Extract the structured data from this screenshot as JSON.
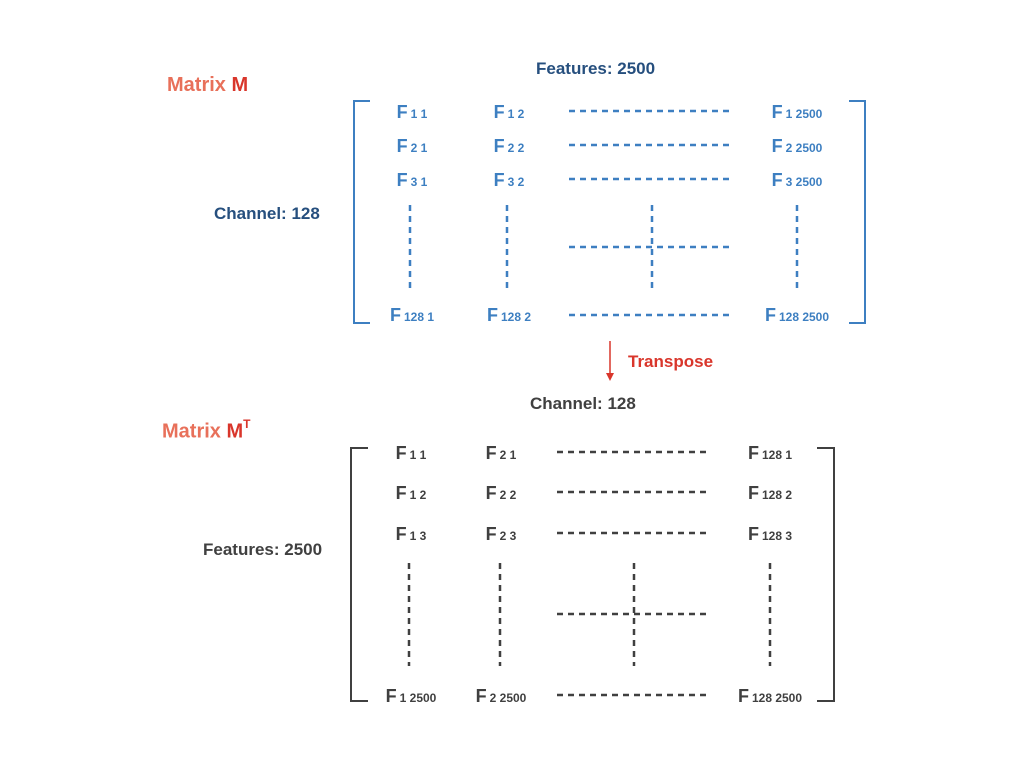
{
  "matrix_m": {
    "title_prefix": "Matrix ",
    "title_symbol": "M",
    "top_label": "Features: 2500",
    "side_label": "Channel: 128",
    "color": "#3d7fc1",
    "label_color": "#264f7e",
    "rows": [
      [
        {
          "base": "F",
          "idx": "1 1"
        },
        {
          "base": "F",
          "idx": "1 2"
        },
        {
          "base": "F",
          "idx": "1 2500"
        }
      ],
      [
        {
          "base": "F",
          "idx": "2 1"
        },
        {
          "base": "F",
          "idx": "2 2"
        },
        {
          "base": "F",
          "idx": "2 2500"
        }
      ],
      [
        {
          "base": "F",
          "idx": "3 1"
        },
        {
          "base": "F",
          "idx": "3 2"
        },
        {
          "base": "F",
          "idx": "3 2500"
        }
      ],
      [
        {
          "base": "F",
          "idx": "128 1"
        },
        {
          "base": "F",
          "idx": "128 2"
        },
        {
          "base": "F",
          "idx": "128 2500"
        }
      ]
    ]
  },
  "transpose": {
    "label": "Transpose",
    "color": "#d9362b"
  },
  "matrix_mt": {
    "title_prefix": "Matrix ",
    "title_symbol": "M",
    "title_superscript": "T",
    "top_label": "Channel: 128",
    "side_label": "Features: 2500",
    "color": "#404040",
    "label_color": "#404040",
    "rows": [
      [
        {
          "base": "F",
          "idx": "1 1"
        },
        {
          "base": "F",
          "idx": "2 1"
        },
        {
          "base": "F",
          "idx": "128 1"
        }
      ],
      [
        {
          "base": "F",
          "idx": "1 2"
        },
        {
          "base": "F",
          "idx": "2 2"
        },
        {
          "base": "F",
          "idx": "128 2"
        }
      ],
      [
        {
          "base": "F",
          "idx": "1 3"
        },
        {
          "base": "F",
          "idx": "2 3"
        },
        {
          "base": "F",
          "idx": "128 3"
        }
      ],
      [
        {
          "base": "F",
          "idx": "1 2500"
        },
        {
          "base": "F",
          "idx": "2 2500"
        },
        {
          "base": "F",
          "idx": "128 2500"
        }
      ]
    ]
  }
}
